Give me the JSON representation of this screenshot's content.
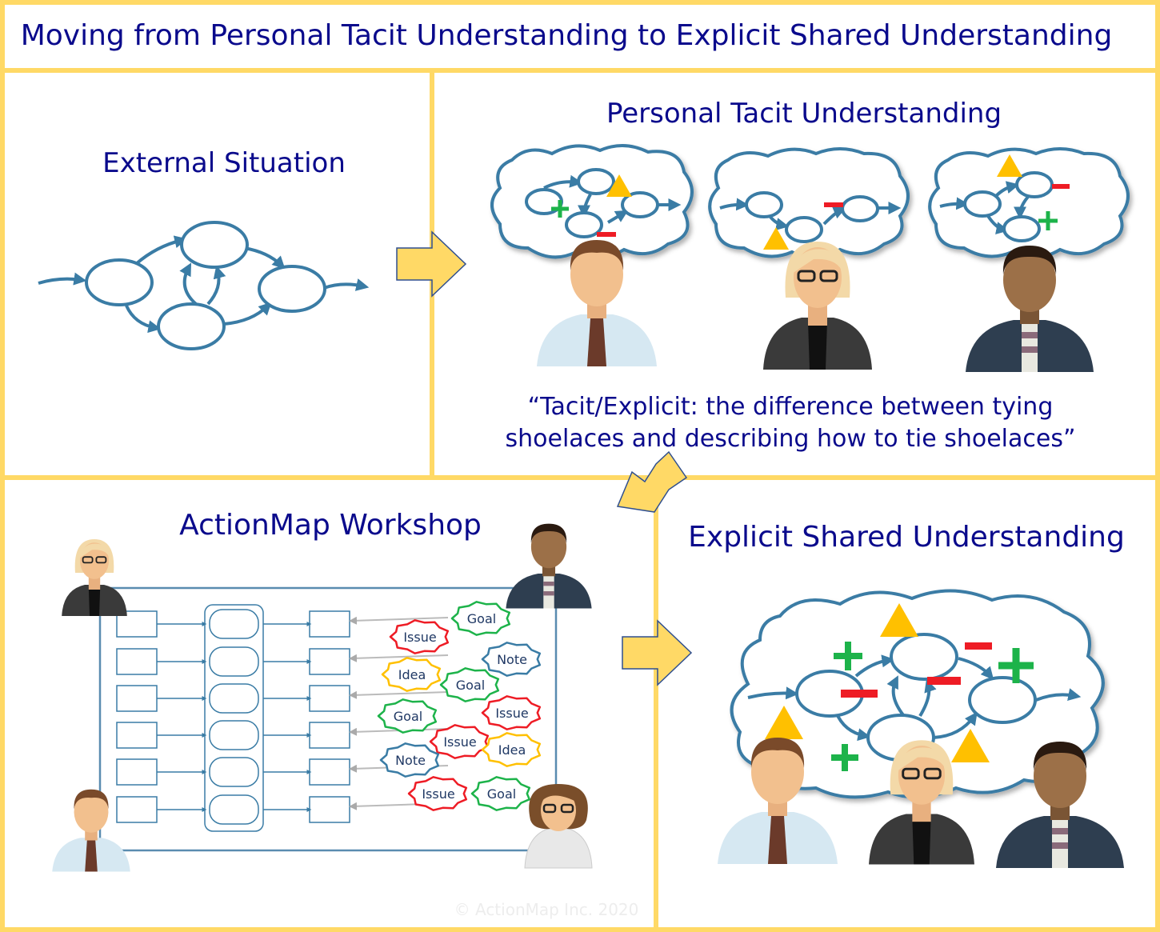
{
  "title": "Moving from Personal Tacit Understanding to Explicit Shared Understanding",
  "panels": {
    "external": {
      "title": "External Situation"
    },
    "tacit": {
      "title": "Personal Tacit Understanding",
      "quote_line1": "“Tacit/Explicit: the difference between tying",
      "quote_line2": "shoelaces and describing how to tie shoelaces”"
    },
    "workshop": {
      "title": "ActionMap Workshop"
    },
    "shared": {
      "title": "Explicit Shared Understanding"
    }
  },
  "stickies": [
    {
      "label": "Goal",
      "kind": "goal"
    },
    {
      "label": "Issue",
      "kind": "issue"
    },
    {
      "label": "Note",
      "kind": "note"
    },
    {
      "label": "Idea",
      "kind": "idea"
    },
    {
      "label": "Goal",
      "kind": "goal"
    },
    {
      "label": "Goal",
      "kind": "goal"
    },
    {
      "label": "Issue",
      "kind": "issue"
    },
    {
      "label": "Issue",
      "kind": "issue"
    },
    {
      "label": "Idea",
      "kind": "idea"
    },
    {
      "label": "Note",
      "kind": "note"
    },
    {
      "label": "Issue",
      "kind": "issue"
    },
    {
      "label": "Goal",
      "kind": "goal"
    }
  ],
  "colors": {
    "goal": "#1DB34A",
    "issue": "#EE1C25",
    "note": "#3A7CA5",
    "idea": "#FFC000",
    "border": "#FFD966",
    "title": "#0A0A8C",
    "plus": "#1DB34A",
    "minus": "#EE1C25",
    "triangle": "#FFC000"
  },
  "watermark": "© ActionMap Inc. 2020"
}
